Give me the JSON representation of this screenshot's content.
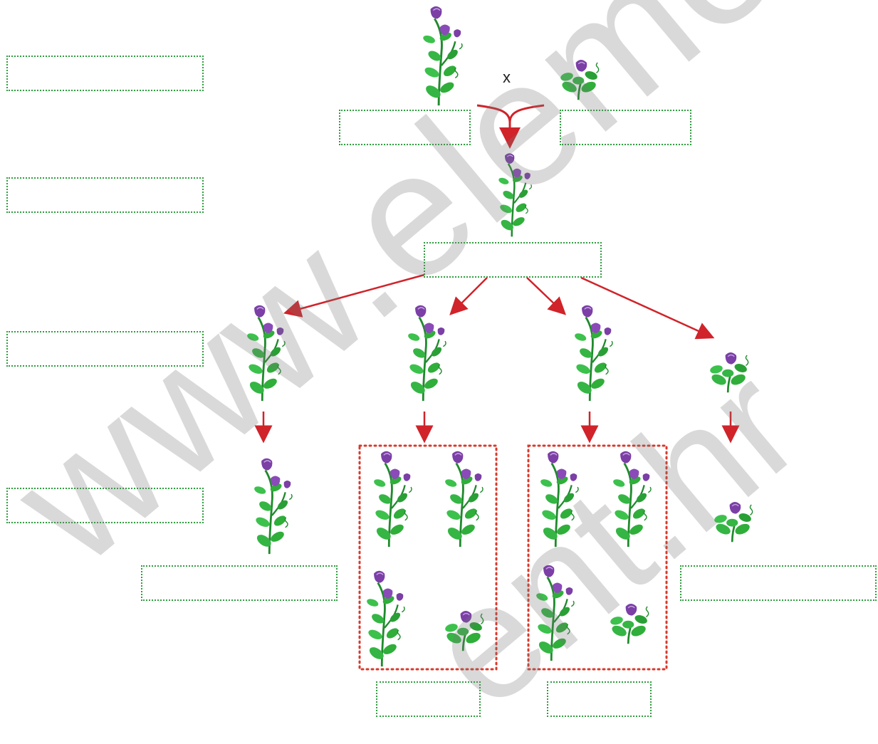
{
  "diagram": {
    "cross_symbol": "x",
    "watermark_text": "www.element.hr",
    "watermark_text_fragment": "ent.hr",
    "colors": {
      "arrow": "#d0232a",
      "label_box_border": "#2e9e3e",
      "group_frame_border": "#d8392b",
      "flower_petal": "#7b3fa6",
      "leaf": "#2fae3a"
    },
    "icons": {
      "tall_plant": "tall-pea-plant-icon",
      "short_plant": "short-pea-plant-icon"
    }
  }
}
